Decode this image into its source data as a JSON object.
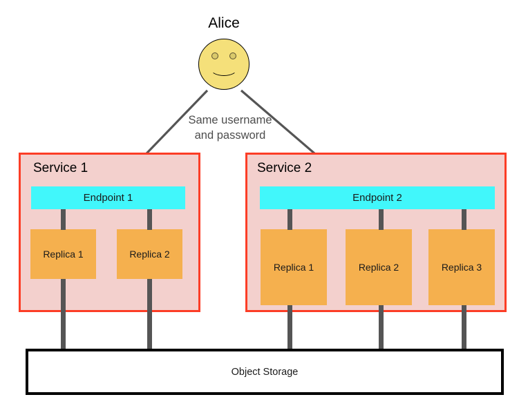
{
  "diagram": {
    "actor": {
      "name": "Alice",
      "icon": "smiley-face-icon"
    },
    "arrow_label": {
      "line1": "Same username",
      "line2": "and password"
    },
    "services": [
      {
        "id": "service-1",
        "title": "Service 1",
        "endpoint": "Endpoint 1",
        "replicas": [
          "Replica 1",
          "Replica 2"
        ]
      },
      {
        "id": "service-2",
        "title": "Service 2",
        "endpoint": "Endpoint 2",
        "replicas": [
          "Replica 1",
          "Replica 2",
          "Replica 3"
        ]
      }
    ],
    "storage": {
      "label": "Object Storage"
    },
    "colors": {
      "service_fill": "#f3d0cd",
      "service_border": "#fc3d26",
      "endpoint_fill": "#41f7fb",
      "replica_fill": "#f5b04e",
      "connector": "#555555",
      "face_fill": "#f5e07a",
      "arrow": "#555555",
      "storage_border": "#000000",
      "label_text": "#4d4d4d"
    }
  }
}
